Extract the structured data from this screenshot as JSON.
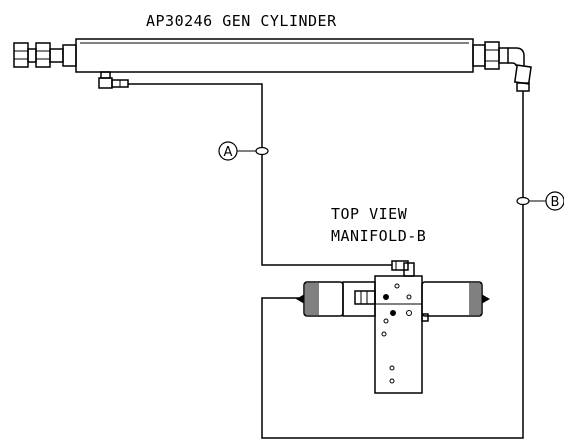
{
  "title": "AP30246 GEN CYLINDER",
  "manifold_label": {
    "line1": "TOP VIEW",
    "line2": "MANIFOLD-B"
  },
  "callouts": {
    "a": "A",
    "b": "B"
  }
}
